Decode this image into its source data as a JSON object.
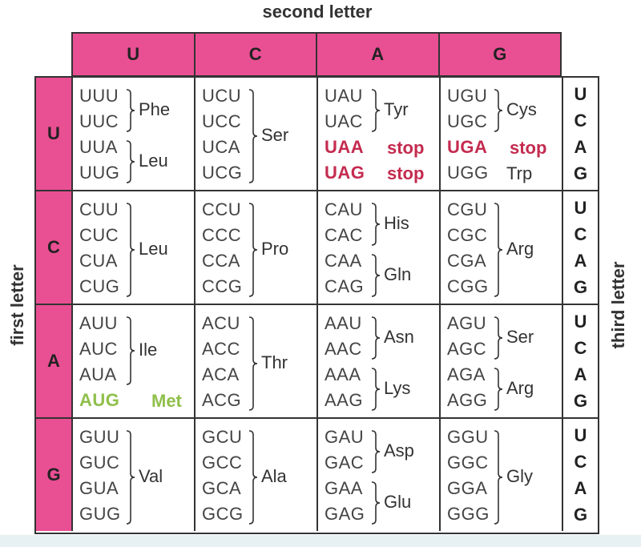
{
  "title_top": "second letter",
  "label_left": "first letter",
  "label_right": "third letter",
  "second_letters": [
    "U",
    "C",
    "A",
    "G"
  ],
  "first_letters": [
    "U",
    "C",
    "A",
    "G"
  ],
  "third_letters": [
    "U",
    "C",
    "A",
    "G"
  ],
  "rows": [
    {
      "cells": [
        {
          "codons": [
            "UUU",
            "UUC",
            "UUA",
            "UUG"
          ],
          "groups": [
            {
              "from": 0,
              "to": 1,
              "aa": "Phe"
            },
            {
              "from": 2,
              "to": 3,
              "aa": "Leu"
            }
          ]
        },
        {
          "codons": [
            "UCU",
            "UCC",
            "UCA",
            "UCG"
          ],
          "groups": [
            {
              "from": 0,
              "to": 3,
              "aa": "Ser"
            }
          ]
        },
        {
          "codons": [
            "UAU",
            "UAC",
            "UAA",
            "UAG"
          ],
          "groups": [
            {
              "from": 0,
              "to": 1,
              "aa": "Tyr"
            }
          ],
          "singles": [
            {
              "i": 2,
              "aa": "stop",
              "kind": "stop"
            },
            {
              "i": 3,
              "aa": "stop",
              "kind": "stop"
            }
          ]
        },
        {
          "codons": [
            "UGU",
            "UGC",
            "UGA",
            "UGG"
          ],
          "groups": [
            {
              "from": 0,
              "to": 1,
              "aa": "Cys"
            }
          ],
          "singles": [
            {
              "i": 2,
              "aa": "stop",
              "kind": "stop"
            },
            {
              "i": 3,
              "aa": "Trp",
              "kind": "plain"
            }
          ]
        }
      ]
    },
    {
      "cells": [
        {
          "codons": [
            "CUU",
            "CUC",
            "CUA",
            "CUG"
          ],
          "groups": [
            {
              "from": 0,
              "to": 3,
              "aa": "Leu"
            }
          ]
        },
        {
          "codons": [
            "CCU",
            "CCC",
            "CCA",
            "CCG"
          ],
          "groups": [
            {
              "from": 0,
              "to": 3,
              "aa": "Pro"
            }
          ]
        },
        {
          "codons": [
            "CAU",
            "CAC",
            "CAA",
            "CAG"
          ],
          "groups": [
            {
              "from": 0,
              "to": 1,
              "aa": "His"
            },
            {
              "from": 2,
              "to": 3,
              "aa": "Gln"
            }
          ]
        },
        {
          "codons": [
            "CGU",
            "CGC",
            "CGA",
            "CGG"
          ],
          "groups": [
            {
              "from": 0,
              "to": 3,
              "aa": "Arg"
            }
          ]
        }
      ]
    },
    {
      "cells": [
        {
          "codons": [
            "AUU",
            "AUC",
            "AUA",
            "AUG"
          ],
          "groups": [
            {
              "from": 0,
              "to": 2,
              "aa": "Ile"
            }
          ],
          "singles": [
            {
              "i": 3,
              "aa": "Met",
              "kind": "start"
            }
          ]
        },
        {
          "codons": [
            "ACU",
            "ACC",
            "ACA",
            "ACG"
          ],
          "groups": [
            {
              "from": 0,
              "to": 3,
              "aa": "Thr"
            }
          ]
        },
        {
          "codons": [
            "AAU",
            "AAC",
            "AAA",
            "AAG"
          ],
          "groups": [
            {
              "from": 0,
              "to": 1,
              "aa": "Asn"
            },
            {
              "from": 2,
              "to": 3,
              "aa": "Lys"
            }
          ]
        },
        {
          "codons": [
            "AGU",
            "AGC",
            "AGA",
            "AGG"
          ],
          "groups": [
            {
              "from": 0,
              "to": 1,
              "aa": "Ser"
            },
            {
              "from": 2,
              "to": 3,
              "aa": "Arg"
            }
          ]
        }
      ]
    },
    {
      "cells": [
        {
          "codons": [
            "GUU",
            "GUC",
            "GUA",
            "GUG"
          ],
          "groups": [
            {
              "from": 0,
              "to": 3,
              "aa": "Val"
            }
          ]
        },
        {
          "codons": [
            "GCU",
            "GCC",
            "GCA",
            "GCG"
          ],
          "groups": [
            {
              "from": 0,
              "to": 3,
              "aa": "Ala"
            }
          ]
        },
        {
          "codons": [
            "GAU",
            "GAC",
            "GAA",
            "GAG"
          ],
          "groups": [
            {
              "from": 0,
              "to": 1,
              "aa": "Asp"
            },
            {
              "from": 2,
              "to": 3,
              "aa": "Glu"
            }
          ]
        },
        {
          "codons": [
            "GGU",
            "GGC",
            "GGA",
            "GGG"
          ],
          "groups": [
            {
              "from": 0,
              "to": 3,
              "aa": "Gly"
            }
          ]
        }
      ]
    }
  ],
  "colors": {
    "header_pink": "#e94f93",
    "stop_red": "#c42b4f",
    "start_green": "#8fbf4a"
  }
}
